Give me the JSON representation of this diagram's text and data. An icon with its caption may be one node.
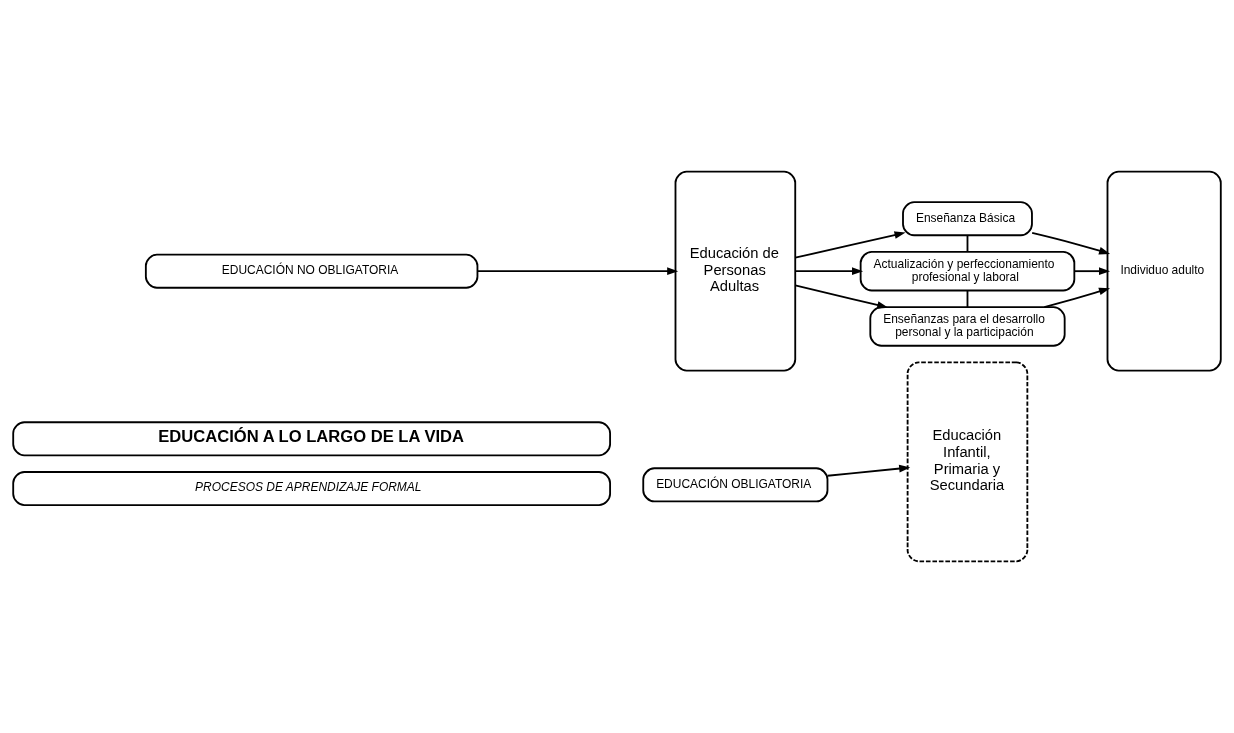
{
  "diagram": {
    "nodes": [
      {
        "text": [
          "EDUCACIÓN A LO LARGO DE LA VIDA"
        ]
      },
      {
        "text": [
          "Educación Infantil, Primaria y Secundaria"
        ]
      },
      {
        "text": [
          "Educación de Personas Adultas"
        ]
      },
      {
        "text": [
          "Enseñanza Básica"
        ]
      },
      {
        "text": [
          "Actualización y perfeccionamiento profesional y laboral"
        ]
      },
      {
        "text": [
          "Enseñanzas para el desarrollo personal y la participación"
        ]
      },
      {
        "text": [
          "Individuo adulto"
        ]
      },
      {
        "text": [
          "EDUCACIÓN NO OBLIGATORIA"
        ]
      },
      {
        "text": [
          "EDUCACIÓN OBLIGATORIA"
        ]
      },
      {
        "text": [
          "PROCESOS DE APRENDIZAJE FORMAL"
        ]
      }
    ],
    "edges": [
      {
        "from": 2,
        "to": 3,
        "arrow": "to"
      },
      {
        "from": 2,
        "to": 4,
        "arrow": "to"
      },
      {
        "from": 2,
        "to": 5,
        "arrow": "to"
      },
      {
        "from": 3,
        "to": 6,
        "arrow": "to"
      },
      {
        "from": 4,
        "to": 6,
        "arrow": "to"
      },
      {
        "from": 5,
        "to": 6,
        "arrow": "to"
      },
      {
        "from": 3,
        "to": 4,
        "arrow": "none"
      },
      {
        "from": 4,
        "to": 5,
        "arrow": "none"
      },
      {
        "from": 8,
        "to": 1,
        "arrow": "to"
      },
      {
        "from": 7,
        "to": 2,
        "arrow": "to"
      }
    ]
  }
}
